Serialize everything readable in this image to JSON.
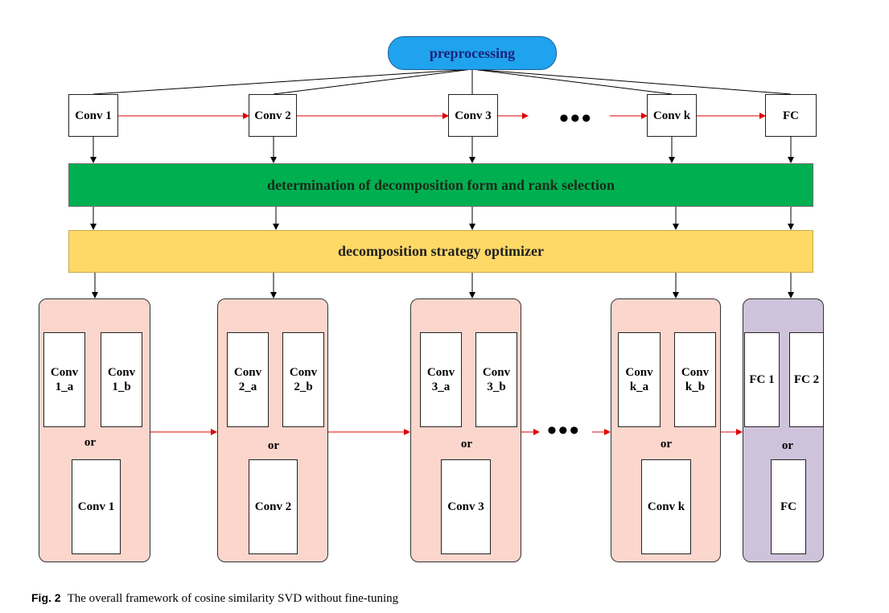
{
  "top": {
    "label": "preprocessing"
  },
  "row1": [
    {
      "label": "Conv 1"
    },
    {
      "label": "Conv 2"
    },
    {
      "label": "Conv 3"
    },
    {
      "label": "Conv k"
    },
    {
      "label": "FC"
    }
  ],
  "ellipsis": "•••",
  "bars": {
    "green": "determination of decomposition form and rank selection",
    "yellow": "decomposition strategy optimizer"
  },
  "panels": [
    {
      "a": "Conv\n1_a",
      "b": "Conv\n1_b",
      "or": "or",
      "full": "Conv 1"
    },
    {
      "a": "Conv\n2_a",
      "b": "Conv\n2_b",
      "or": "or",
      "full": "Conv 2"
    },
    {
      "a": "Conv\n3_a",
      "b": "Conv\n3_b",
      "or": "or",
      "full": "Conv 3"
    },
    {
      "a": "Conv\nk_a",
      "b": "Conv\nk_b",
      "or": "or",
      "full": "Conv k"
    },
    {
      "a": "FC 1",
      "b": "FC 2",
      "or": "or",
      "full": "FC"
    }
  ],
  "caption": {
    "fig": "Fig. 2",
    "text": "The overall framework of cosine similarity SVD without fine-tuning"
  },
  "colors": {
    "red_arrow": "#e00000",
    "black_arrow": "#000000",
    "pill": "#1fa3ee",
    "green": "#00b050",
    "yellow": "#ffd966",
    "panel_pink": "#fbd6cc",
    "panel_purple": "#cfc3db"
  }
}
